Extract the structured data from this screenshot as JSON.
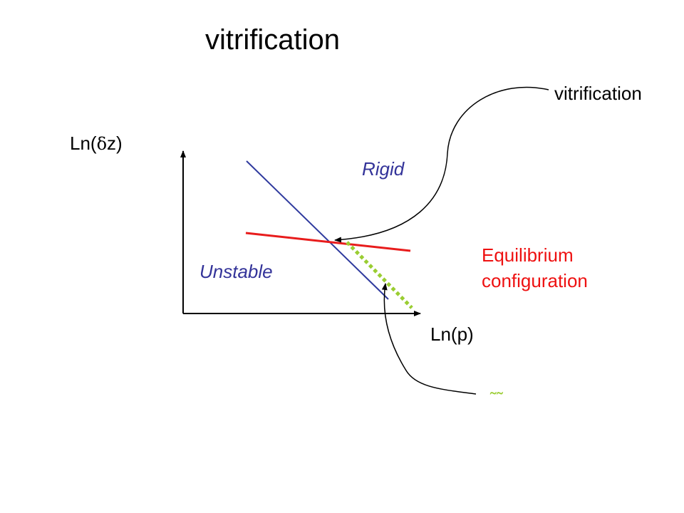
{
  "title": "vitrification",
  "annotations": {
    "top_right": "vitrification",
    "bottom_right_garbled": "  ̃  ̃         "
  },
  "axes": {
    "y_label_prefix": "Ln(",
    "y_label_symbol": "δ",
    "y_label_suffix": "z)",
    "x_label": "Ln(p)"
  },
  "regions": {
    "rigid": "Rigid",
    "unstable": "Unstable",
    "equilibrium_line1": "Equilibrium",
    "equilibrium_line2": "configuration"
  },
  "colors": {
    "blue_line": "#2f3a9e",
    "red_line": "#e81c1c",
    "green_dotted": "#9acd32",
    "region_text": "#333399",
    "equilibrium_text": "#ee1111"
  }
}
